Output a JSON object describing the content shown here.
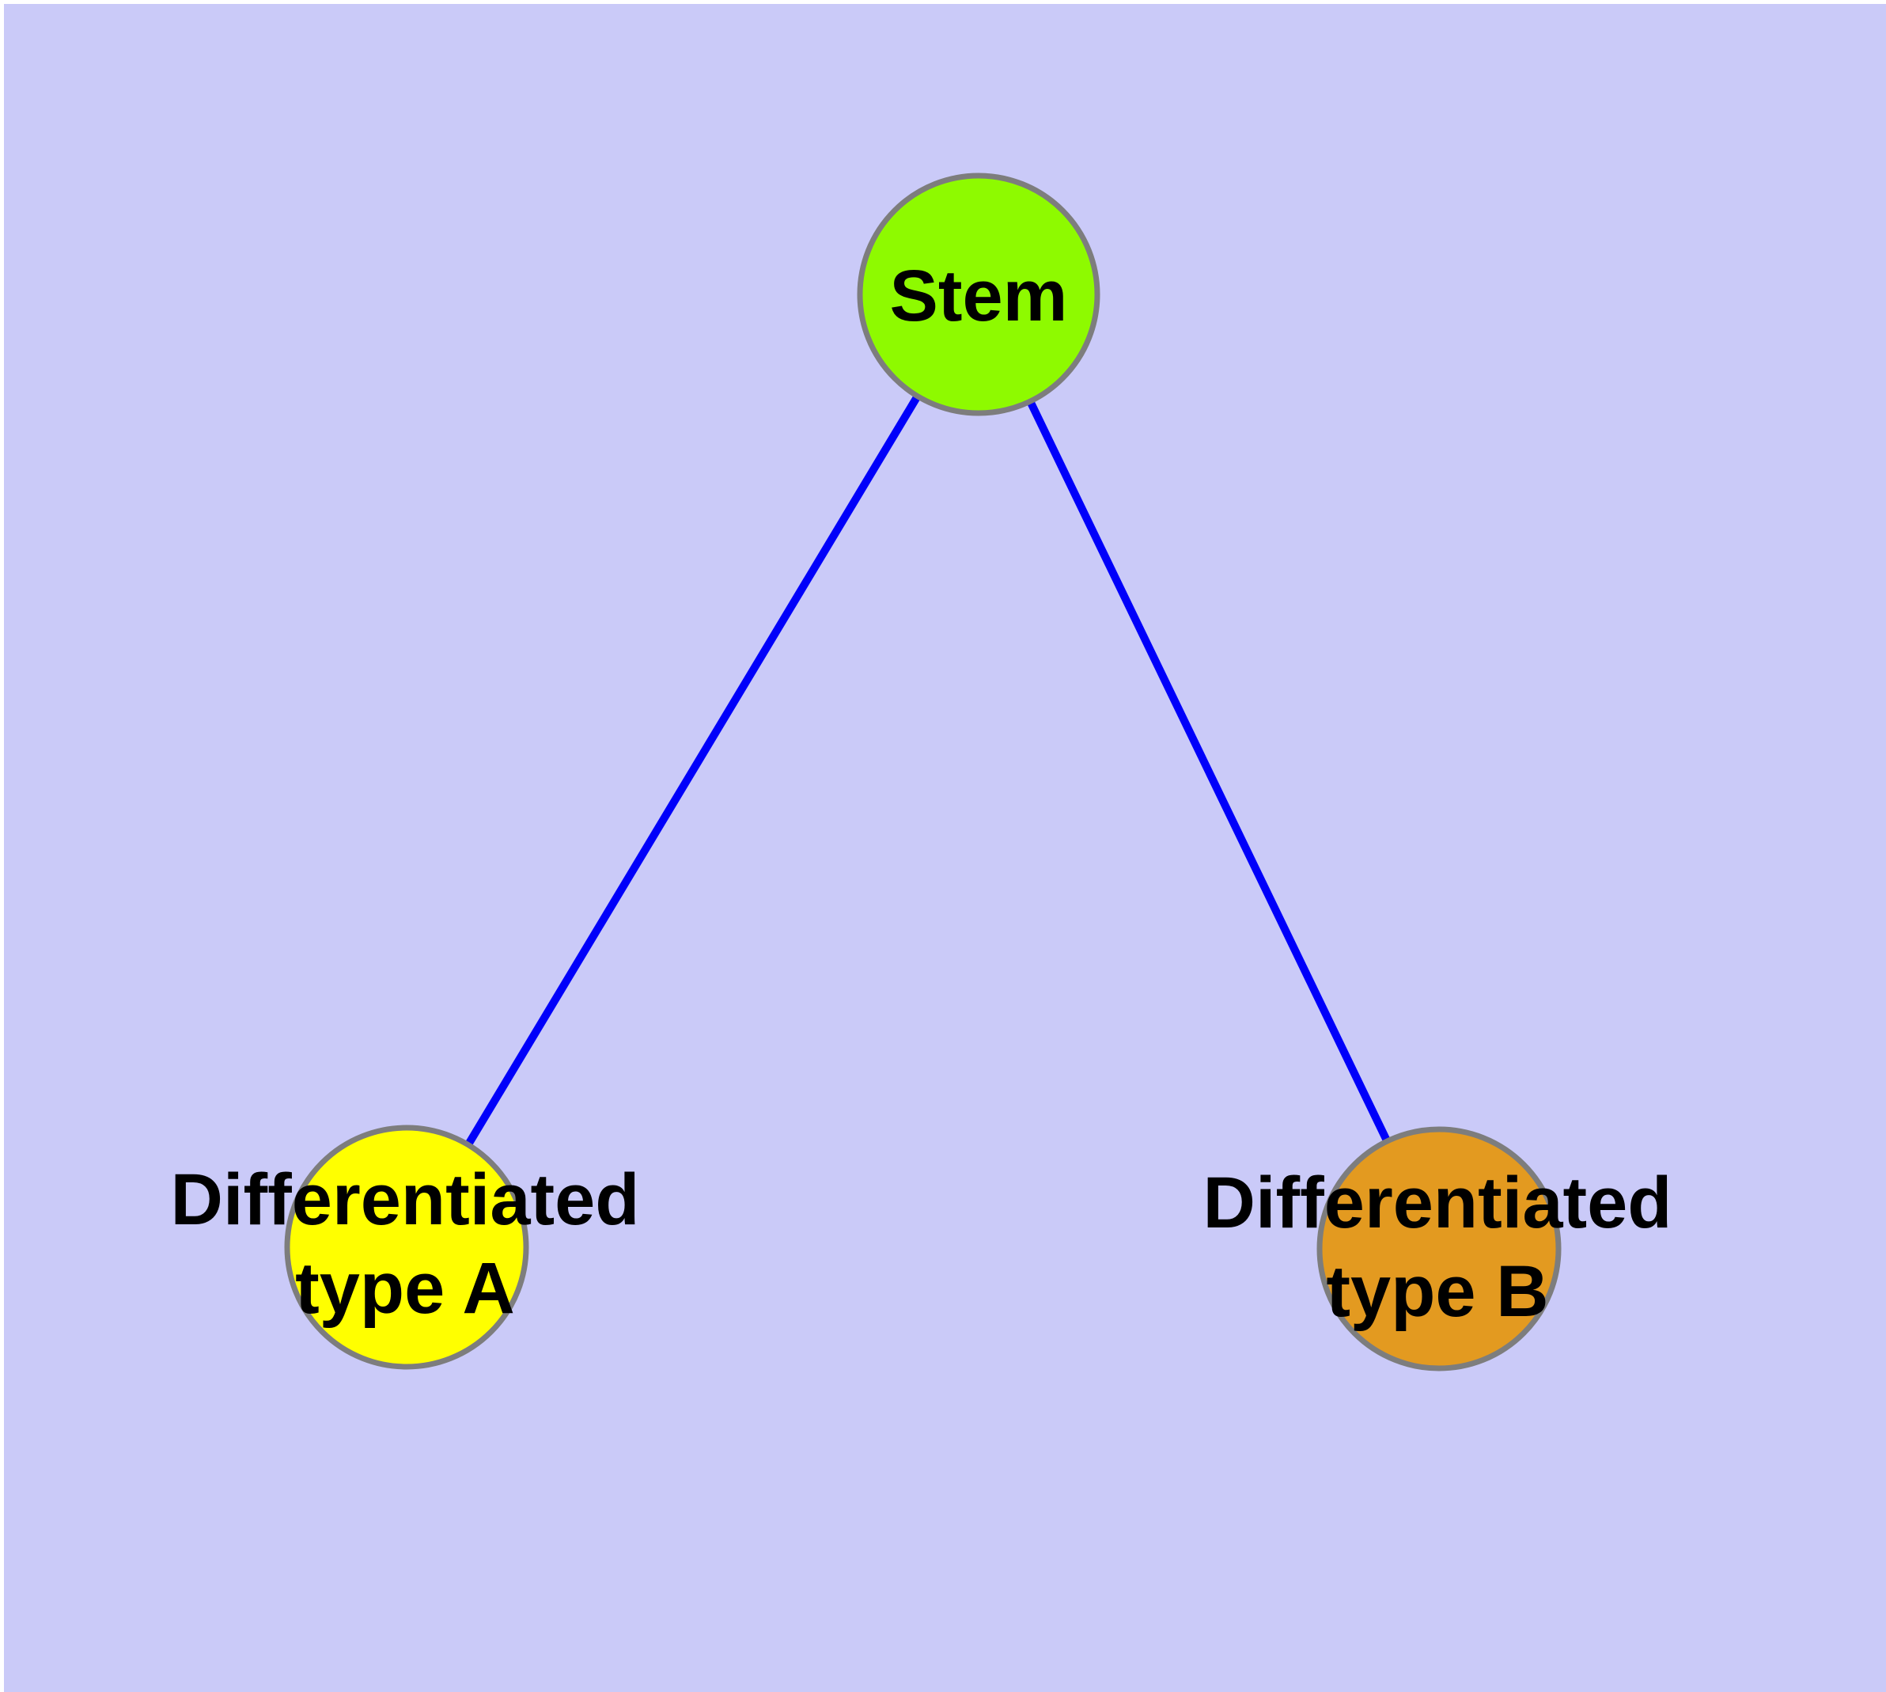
{
  "diagram": {
    "type": "node-link-graph",
    "background_color": "#CACAF8",
    "margin_color": "#FFFFFF",
    "edge_color": "#0000FA",
    "node_border_color": "#7D7D7D",
    "label_color": "#000000",
    "nodes": [
      {
        "id": "stem",
        "label": "Stem",
        "color": "#8EFA00"
      },
      {
        "id": "differentiated-type-a",
        "label": "Differentiated\ntype A",
        "color": "#FFFF00"
      },
      {
        "id": "differentiated-type-b",
        "label": "Differentiated\ntype B",
        "color": "#E39A20"
      }
    ],
    "edges": [
      {
        "from": "stem",
        "to": "differentiated-type-a"
      },
      {
        "from": "stem",
        "to": "differentiated-type-b"
      }
    ]
  }
}
